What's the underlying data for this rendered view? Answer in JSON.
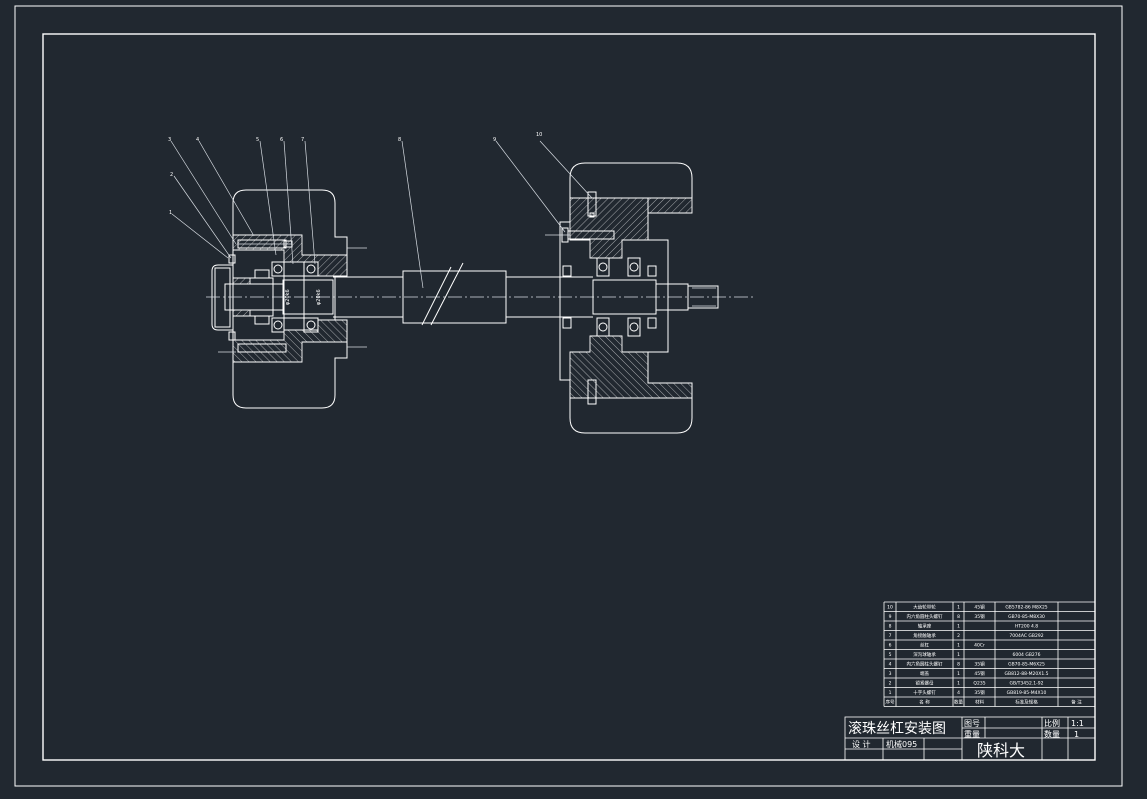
{
  "colors": {
    "background": "#212830",
    "line": "#ffffff"
  },
  "callouts": [
    "1",
    "2",
    "3",
    "4",
    "5",
    "6",
    "7",
    "8",
    "9",
    "10"
  ],
  "shaft_labels": {
    "left_journal": "φ20k6",
    "right_journal": "φ20k6"
  },
  "parts_list": {
    "rows": [
      {
        "no": "10",
        "name": "大齿轮带轮",
        "qty": "1",
        "material": "45钢",
        "standard": "GB5782-86 M8X25"
      },
      {
        "no": "9",
        "name": "内六角圆柱头螺钉",
        "qty": "8",
        "material": "35钢",
        "standard": "GB70-85-M8X30"
      },
      {
        "no": "8",
        "name": "轴承座",
        "qty": "1",
        "material": "",
        "standard": "HT200 4.8"
      },
      {
        "no": "7",
        "name": "角接触轴承",
        "qty": "2",
        "material": "",
        "standard": "7004AC GB292"
      },
      {
        "no": "6",
        "name": "丝杠",
        "qty": "1",
        "material": "40Cr",
        "standard": ""
      },
      {
        "no": "5",
        "name": "深沟球轴承",
        "qty": "1",
        "material": "",
        "standard": "6004 GB276"
      },
      {
        "no": "4",
        "name": "内六角圆柱头螺钉",
        "qty": "8",
        "material": "35钢",
        "standard": "GB70-85-M6X25"
      },
      {
        "no": "3",
        "name": "端盖",
        "qty": "1",
        "material": "45钢",
        "standard": "GB812-88-M20X1.5"
      },
      {
        "no": "2",
        "name": "锁紧螺母",
        "qty": "1",
        "material": "Q235",
        "standard": "GB/T3452.1-92"
      },
      {
        "no": "1",
        "name": "十字头螺钉",
        "qty": "4",
        "material": "35钢",
        "standard": "GB819-85-M4X10"
      }
    ],
    "header": {
      "no": "序号",
      "name": "名 称",
      "qty": "数量",
      "material": "材料",
      "standard": "标准及规格",
      "remark": "备 注"
    }
  },
  "title_block": {
    "drawing_title": "滚珠丝杠安装图",
    "drawing_no_label": "图号",
    "weight_label": "重量",
    "scale_label": "比例",
    "scale_value": "1:1",
    "qty_label": "数量",
    "qty_value": "1",
    "design_label": "设 计",
    "designer": "机械095",
    "school": "陕科大"
  }
}
